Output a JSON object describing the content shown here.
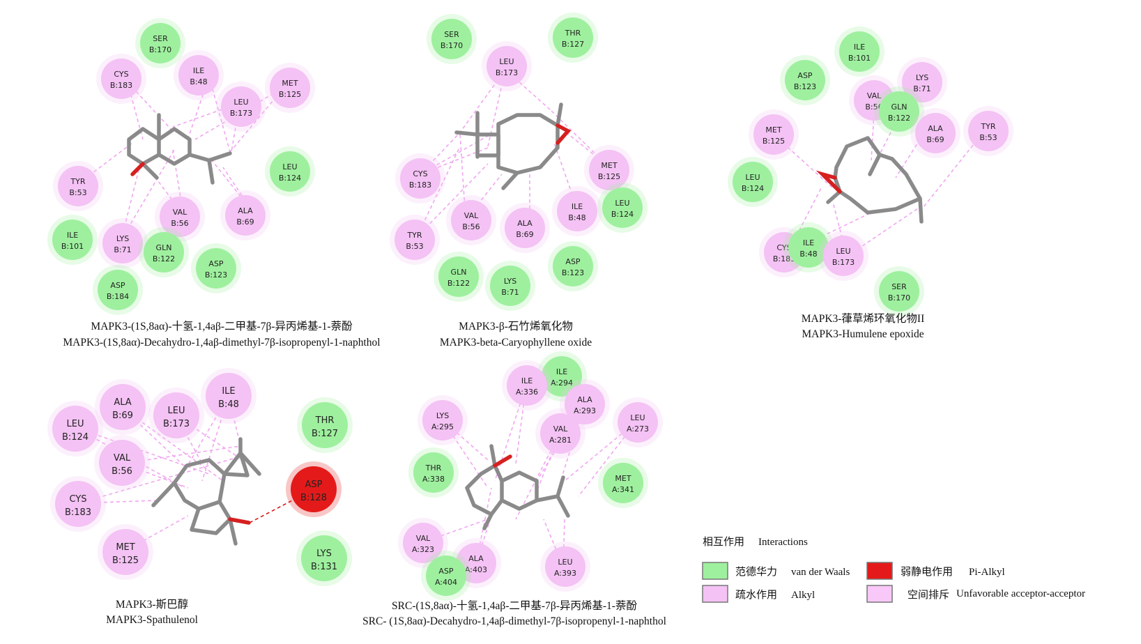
{
  "colors": {
    "vdw": "#9ef09e",
    "alkyl": "#f4c2f4",
    "pi": "#e41a1a",
    "unfav": "#f8c8f8",
    "int_alkyl": "#f0a6f0",
    "int_pi": "#d81818"
  },
  "panels": [
    {
      "id": "p1",
      "caption_cn": "MAPK3-(1S,8aα)-十氢-1,4aβ-二甲基-7β-异丙烯基-1-萘酚",
      "caption_en": "MAPK3-(1S,8aα)-Decahydro-1,4aβ-dimethyl-7β-isopropenyl-1-naphthol",
      "residues": [
        {
          "name": "SER",
          "id": "B:170",
          "type": "vdw"
        },
        {
          "name": "CYS",
          "id": "B:183",
          "type": "alkyl"
        },
        {
          "name": "ILE",
          "id": "B:48",
          "type": "alkyl"
        },
        {
          "name": "MET",
          "id": "B:125",
          "type": "alkyl"
        },
        {
          "name": "LEU",
          "id": "B:173",
          "type": "alkyl"
        },
        {
          "name": "LEU",
          "id": "B:124",
          "type": "vdw"
        },
        {
          "name": "TYR",
          "id": "B:53",
          "type": "alkyl"
        },
        {
          "name": "VAL",
          "id": "B:56",
          "type": "alkyl"
        },
        {
          "name": "ALA",
          "id": "B:69",
          "type": "alkyl"
        },
        {
          "name": "ILE",
          "id": "B:101",
          "type": "vdw"
        },
        {
          "name": "LYS",
          "id": "B:71",
          "type": "alkyl"
        },
        {
          "name": "GLN",
          "id": "B:122",
          "type": "vdw"
        },
        {
          "name": "ASP",
          "id": "B:123",
          "type": "vdw"
        },
        {
          "name": "ASP",
          "id": "B:184",
          "type": "vdw"
        }
      ]
    },
    {
      "id": "p2",
      "caption_cn": "MAPK3-β-石竹烯氧化物",
      "caption_en": "MAPK3-beta-Caryophyllene oxide",
      "residues": [
        {
          "name": "SER",
          "id": "B:170",
          "type": "vdw"
        },
        {
          "name": "THR",
          "id": "B:127",
          "type": "vdw"
        },
        {
          "name": "LEU",
          "id": "B:173",
          "type": "alkyl"
        },
        {
          "name": "CYS",
          "id": "B:183",
          "type": "alkyl"
        },
        {
          "name": "MET",
          "id": "B:125",
          "type": "alkyl"
        },
        {
          "name": "LEU",
          "id": "B:124",
          "type": "vdw"
        },
        {
          "name": "VAL",
          "id": "B:56",
          "type": "alkyl"
        },
        {
          "name": "ALA",
          "id": "B:69",
          "type": "alkyl"
        },
        {
          "name": "ILE",
          "id": "B:48",
          "type": "alkyl"
        },
        {
          "name": "TYR",
          "id": "B:53",
          "type": "alkyl"
        },
        {
          "name": "GLN",
          "id": "B:122",
          "type": "vdw"
        },
        {
          "name": "LYS",
          "id": "B:71",
          "type": "vdw"
        },
        {
          "name": "ASP",
          "id": "B:123",
          "type": "vdw"
        }
      ]
    },
    {
      "id": "p3",
      "caption_cn": "MAPK3-葎草烯环氧化物II",
      "caption_en": "MAPK3-Humulene epoxide",
      "residues": [
        {
          "name": "ILE",
          "id": "B:101",
          "type": "vdw"
        },
        {
          "name": "ASP",
          "id": "B:123",
          "type": "vdw"
        },
        {
          "name": "LYS",
          "id": "B:71",
          "type": "alkyl"
        },
        {
          "name": "VAL",
          "id": "B:56",
          "type": "alkyl"
        },
        {
          "name": "GLN",
          "id": "B:122",
          "type": "vdw"
        },
        {
          "name": "ALA",
          "id": "B:69",
          "type": "alkyl"
        },
        {
          "name": "TYR",
          "id": "B:53",
          "type": "alkyl"
        },
        {
          "name": "MET",
          "id": "B:125",
          "type": "alkyl"
        },
        {
          "name": "LEU",
          "id": "B:124",
          "type": "vdw"
        },
        {
          "name": "CYS",
          "id": "B:183",
          "type": "alkyl"
        },
        {
          "name": "ILE",
          "id": "B:48",
          "type": "vdw"
        },
        {
          "name": "LEU",
          "id": "B:173",
          "type": "alkyl"
        },
        {
          "name": "SER",
          "id": "B:170",
          "type": "vdw"
        }
      ]
    },
    {
      "id": "p4",
      "caption_cn": "MAPK3-斯巴醇",
      "caption_en": "MAPK3-Spathulenol",
      "residues": [
        {
          "name": "LEU",
          "id": "B:124",
          "type": "alkyl"
        },
        {
          "name": "ALA",
          "id": "B:69",
          "type": "alkyl"
        },
        {
          "name": "LEU",
          "id": "B:173",
          "type": "alkyl"
        },
        {
          "name": "ILE",
          "id": "B:48",
          "type": "alkyl"
        },
        {
          "name": "THR",
          "id": "B:127",
          "type": "vdw"
        },
        {
          "name": "VAL",
          "id": "B:56",
          "type": "alkyl"
        },
        {
          "name": "ASP",
          "id": "B:128",
          "type": "pi"
        },
        {
          "name": "CYS",
          "id": "B:183",
          "type": "alkyl"
        },
        {
          "name": "MET",
          "id": "B:125",
          "type": "alkyl"
        },
        {
          "name": "LYS",
          "id": "B:131",
          "type": "vdw"
        }
      ]
    },
    {
      "id": "p5",
      "caption_cn": "SRC-(1S,8aα)-十氢-1,4aβ-二甲基-7β-异丙烯基-1-萘酚",
      "caption_en": "SRC- (1S,8aα)-Decahydro-1,4aβ-dimethyl-7β-isopropenyl-1-naphthol",
      "residues": [
        {
          "name": "ILE",
          "id": "A:294",
          "type": "vdw"
        },
        {
          "name": "ILE",
          "id": "A:336",
          "type": "alkyl"
        },
        {
          "name": "ALA",
          "id": "A:293",
          "type": "alkyl"
        },
        {
          "name": "LYS",
          "id": "A:295",
          "type": "alkyl"
        },
        {
          "name": "LEU",
          "id": "A:273",
          "type": "alkyl"
        },
        {
          "name": "VAL",
          "id": "A:281",
          "type": "alkyl"
        },
        {
          "name": "THR",
          "id": "A:338",
          "type": "vdw"
        },
        {
          "name": "MET",
          "id": "A:341",
          "type": "vdw"
        },
        {
          "name": "VAL",
          "id": "A:323",
          "type": "alkyl"
        },
        {
          "name": "ALA",
          "id": "A:403",
          "type": "alkyl"
        },
        {
          "name": "LEU",
          "id": "A:393",
          "type": "alkyl"
        },
        {
          "name": "ASP",
          "id": "A:404",
          "type": "vdw"
        }
      ]
    }
  ],
  "legend": {
    "title_cn": "相互作用",
    "title_en": "Interactions",
    "items": [
      {
        "key": "vdw",
        "cn": "范德华力",
        "en": "van der Waals"
      },
      {
        "key": "pi",
        "cn": "弱静电作用",
        "en": "Pi-Alkyl"
      },
      {
        "key": "alkyl",
        "cn": "疏水作用",
        "en": "Alkyl"
      },
      {
        "key": "unfav",
        "cn": "空间排斥",
        "en": "Unfavorable acceptor-acceptor"
      }
    ]
  }
}
